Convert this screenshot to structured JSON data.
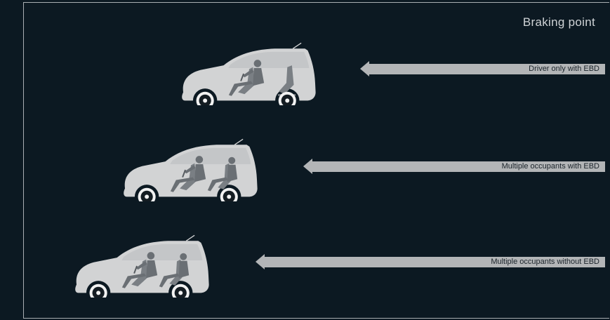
{
  "braking_point_label": "Braking point",
  "scenarios": [
    {
      "label": "Driver only with EBD",
      "occupants": "driver"
    },
    {
      "label": "Multiple occupants with EBD",
      "occupants": "multiple"
    },
    {
      "label": "Multiple occupants without EBD",
      "occupants": "multiple"
    }
  ],
  "colors": {
    "background": "#0c1922",
    "car_body": "#d2d3d4",
    "occupant": "#6e7378",
    "arrow": "#b3b5b7",
    "frame": "#a9aeb2"
  }
}
